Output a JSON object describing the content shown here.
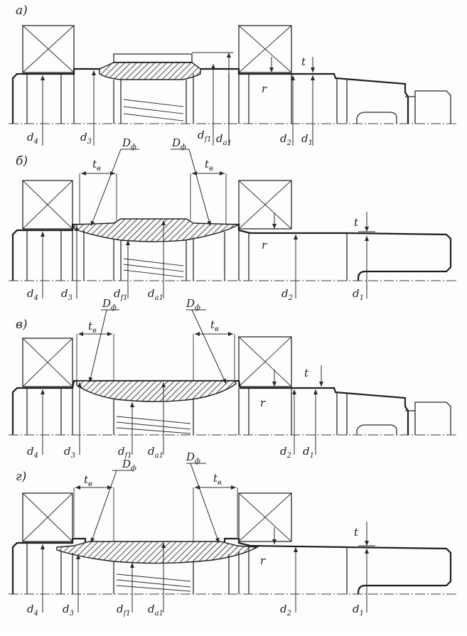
{
  "figure": {
    "panels": [
      {
        "letter": "а)",
        "labels": {
          "d4": "d",
          "d4s": "4",
          "d3": "d",
          "d3s": "3",
          "df1": "d",
          "df1s": "f1",
          "da1": "d",
          "da1s": "a1",
          "d2": "d",
          "d2s": "2",
          "d1": "d",
          "d1s": "1",
          "t": "t",
          "r": "r"
        }
      },
      {
        "letter": "б)",
        "labels": {
          "d4": "d",
          "d4s": "4",
          "d3": "d",
          "d3s": "3",
          "df1": "d",
          "df1s": "f1",
          "da1": "d",
          "da1s": "a1",
          "d2": "d",
          "d2s": "2",
          "d1": "d",
          "d1s": "1",
          "t": "t",
          "r": "r",
          "Dfl": "D",
          "Dfls": "ф",
          "Dfr": "D",
          "Dfrs": "ф",
          "tbl": "t",
          "tbls": "в",
          "tbr": "t",
          "tbrs": "в"
        }
      },
      {
        "letter": "в)",
        "labels": {
          "d4": "d",
          "d4s": "4",
          "d3": "d",
          "d3s": "3",
          "df1": "d",
          "df1s": "f1",
          "da1": "d",
          "da1s": "a1",
          "d2": "d",
          "d2s": "2",
          "d1": "d",
          "d1s": "1",
          "t": "t",
          "r": "r",
          "Dfl": "D",
          "Dfls": "ф",
          "Dfr": "D",
          "Dfrs": "ф",
          "tbl": "t",
          "tbls": "в",
          "tbr": "t",
          "tbrs": "в"
        }
      },
      {
        "letter": "г)",
        "labels": {
          "d4": "d",
          "d4s": "4",
          "d3": "d",
          "d3s": "3",
          "df1": "d",
          "df1s": "f1",
          "da1": "d",
          "da1s": "a1",
          "d2": "d",
          "d2s": "2",
          "d1": "d",
          "d1s": "1",
          "t": "t",
          "r": "r",
          "Dfl": "D",
          "Dfls": "ф",
          "Dfr": "D",
          "Dfrs": "ф",
          "tbl": "t",
          "tbls": "в",
          "tbr": "t",
          "tbrs": "в"
        }
      }
    ]
  }
}
